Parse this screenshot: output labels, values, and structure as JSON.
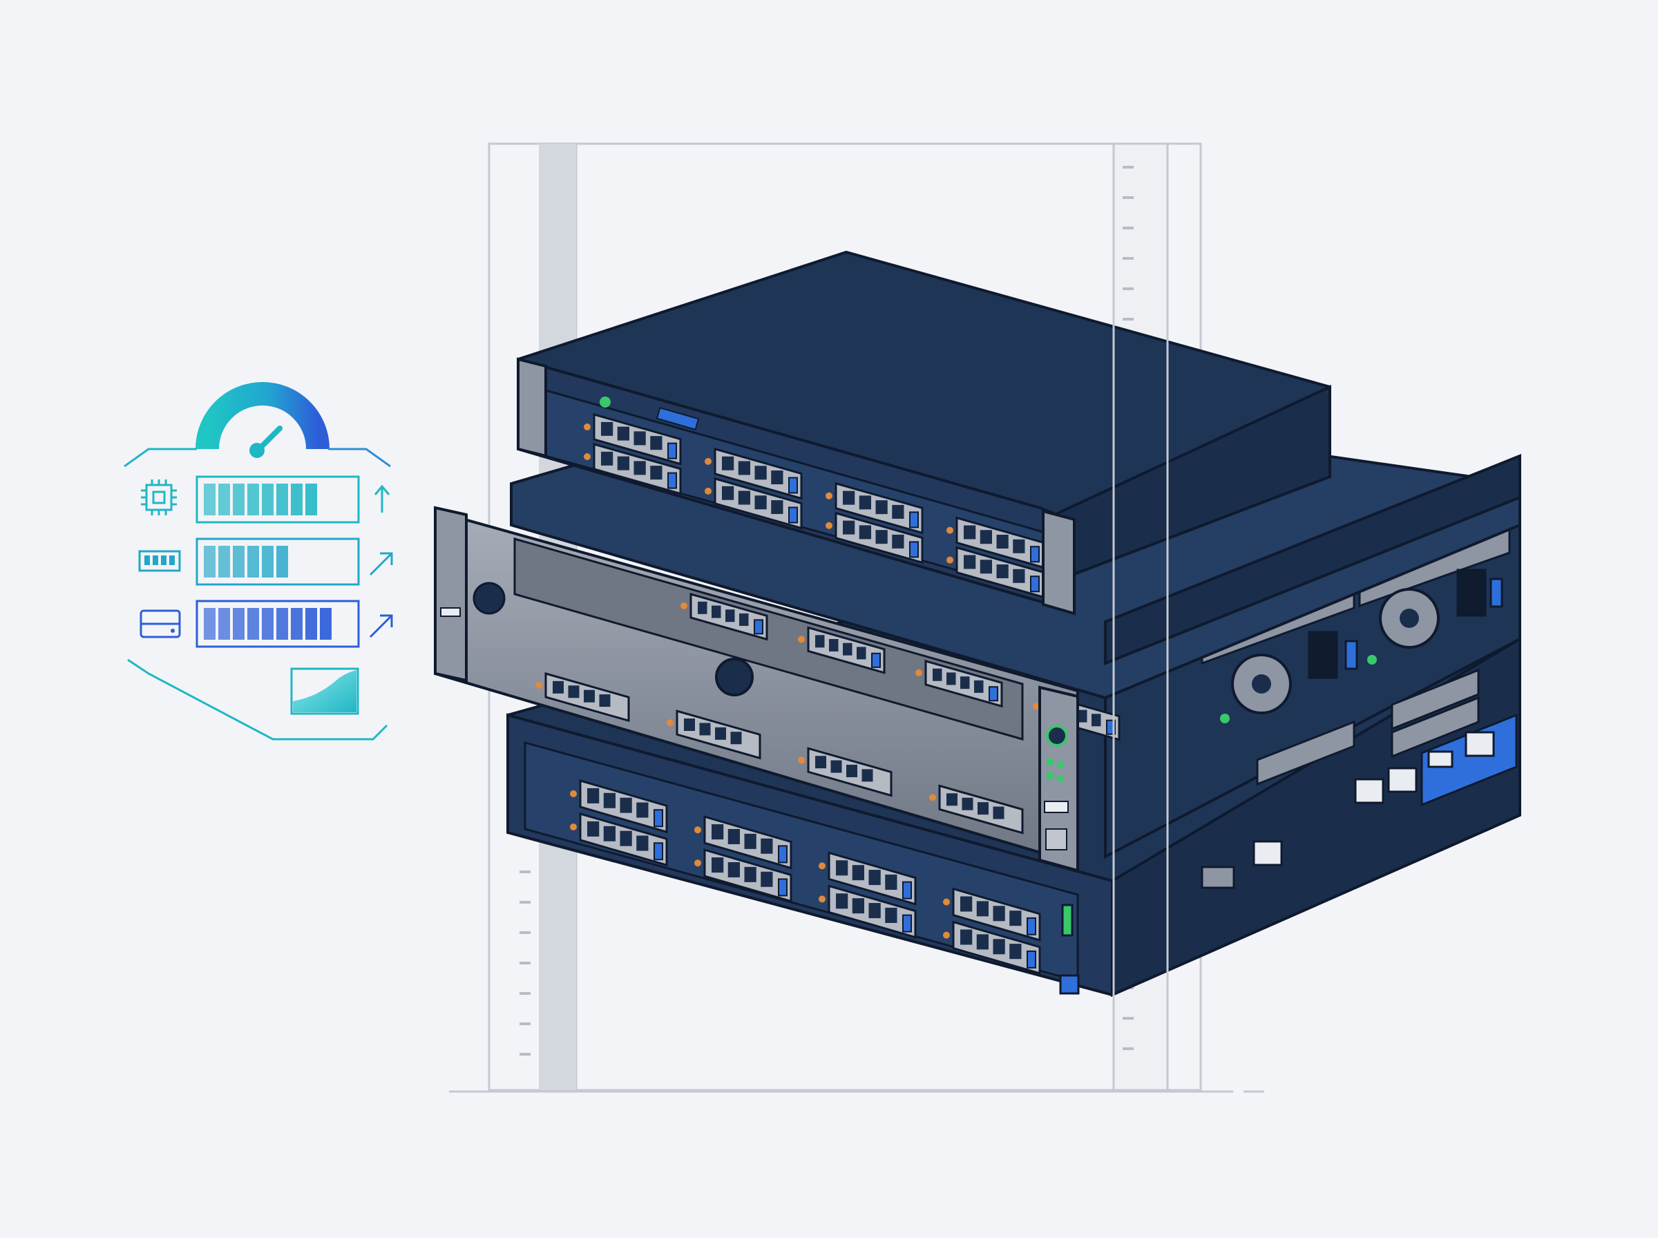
{
  "scene": {
    "background": "#f3f4f8",
    "colors": {
      "line": "#c4c8d2",
      "rack_post": "#d3d7de",
      "server_body": "#1e3556",
      "server_top": "#253e63",
      "server_side": "#1a2e4c",
      "outline": "#0f1a2e",
      "bezel_silver": "#8f96a3",
      "bezel_light": "#c0c5ce",
      "drive_bay": "#b5bac3",
      "accent_blue": "#2f6fdc",
      "led_green": "#39c86a",
      "led_orange": "#e08a3a",
      "teal": "#1fb7c4",
      "cyan_light": "#8ee6ea",
      "indigo": "#2d5ed8"
    }
  },
  "monitor": {
    "gauge_icon": "speedometer-icon",
    "metrics": [
      {
        "name": "cpu",
        "icon": "cpu-chip-icon",
        "level": 0.8,
        "trend_icon": "arrow-up-icon",
        "color": "#1fb7c4"
      },
      {
        "name": "memory",
        "icon": "memory-module-icon",
        "level": 0.6,
        "trend_icon": "arrow-up-right-icon",
        "color": "#22a7c8"
      },
      {
        "name": "storage",
        "icon": "storage-drive-icon",
        "level": 0.9,
        "trend_icon": "arrow-up-right-icon",
        "color": "#2d5ed8"
      }
    ],
    "chart_icon": "area-chart-icon"
  },
  "rack": {
    "units": [
      {
        "name": "server-1u-top",
        "type": "1U"
      },
      {
        "name": "server-2u-middle",
        "type": "2U"
      },
      {
        "name": "server-1u-bottom",
        "type": "1U"
      }
    ]
  }
}
